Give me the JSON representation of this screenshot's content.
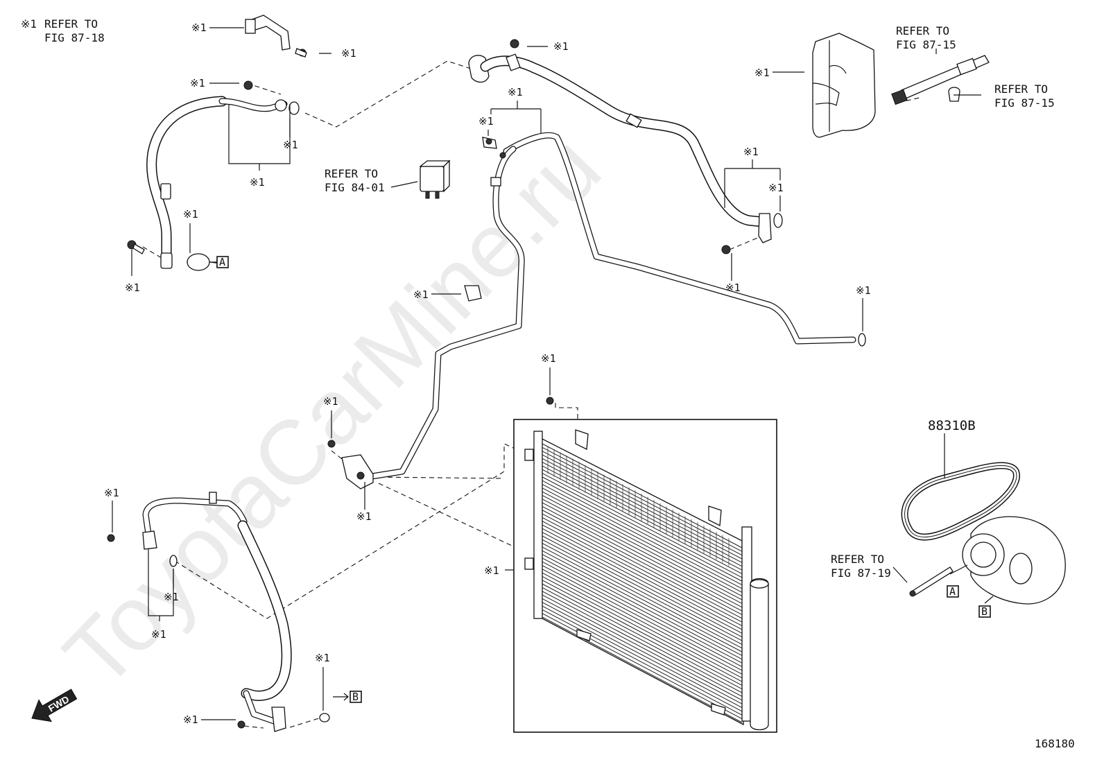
{
  "watermark": "ToyotaCarMine.ru",
  "legend_note": {
    "mark": "※1",
    "line1": "REFER TO",
    "line2": "FIG 87-18"
  },
  "star_mark": "※1",
  "refs": {
    "fig_84_01": {
      "line1": "REFER TO",
      "line2": "FIG 84-01"
    },
    "fig_87_15_a": {
      "line1": "REFER TO",
      "line2": "FIG 87-15"
    },
    "fig_87_15_b": {
      "line1": "REFER TO",
      "line2": "FIG 87-15"
    },
    "fig_87_19": {
      "line1": "REFER TO",
      "line2": "FIG 87-19"
    }
  },
  "part_number_belt": "88310B",
  "connector_a": "A",
  "connector_b": "B",
  "fwd_label": "FWD",
  "figure_number": "168180"
}
